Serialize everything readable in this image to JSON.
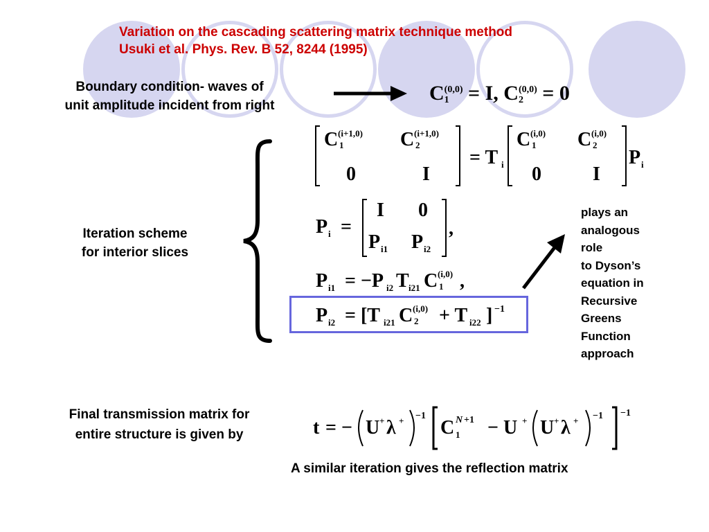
{
  "reference": {
    "line1": "Variation on the cascading scattering matrix technique method",
    "line2": "Usuki et al. Phys. Rev. B 52,  8244 (1995)"
  },
  "boundary": {
    "line1": "Boundary condition- waves of",
    "line2": "unit amplitude incident from right"
  },
  "iteration": {
    "line1": "Iteration scheme",
    "line2": "for interior slices"
  },
  "note": {
    "lines": [
      "plays an",
      "analogous",
      "role",
      "to Dyson’s",
      "equation in",
      "Recursive",
      "Greens",
      "Function",
      "approach"
    ]
  },
  "final": {
    "line1": "Final transmission matrix for",
    "line2": "entire structure is given by"
  },
  "footer": "A similar iteration gives the reflection matrix",
  "colors": {
    "accent_red": "#cc0000",
    "circle_fill": "#d6d6f0",
    "box_border": "#6666dd"
  }
}
